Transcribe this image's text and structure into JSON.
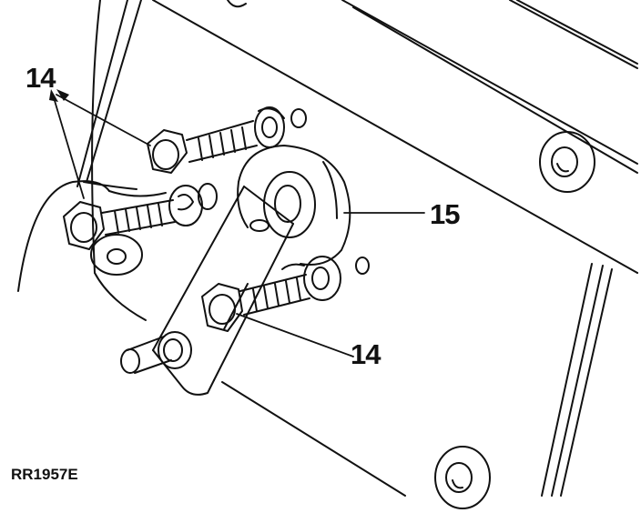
{
  "callouts": {
    "bolt_upper": "14",
    "flange": "15",
    "bolt_lower": "14"
  },
  "figure_ref": "RR1957E",
  "colors": {
    "ink": "#111111",
    "paper": "#ffffff"
  }
}
